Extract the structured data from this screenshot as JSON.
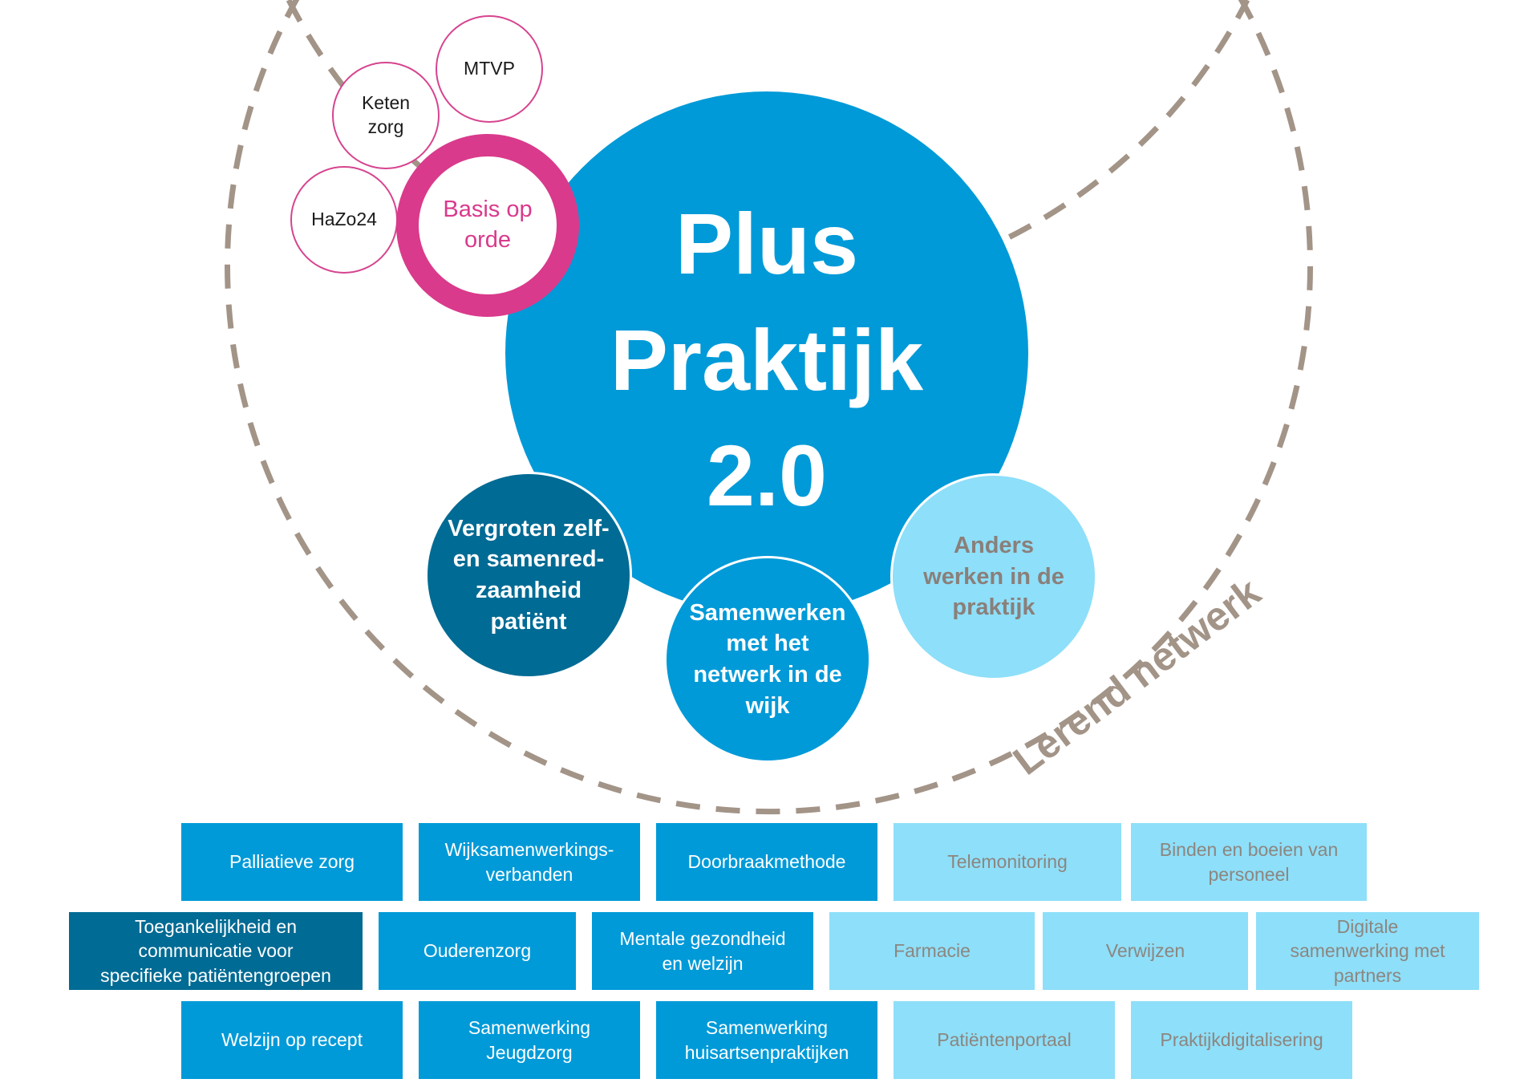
{
  "center": {
    "line1": "Plus",
    "line2": "Praktijk",
    "line3": "2.0"
  },
  "basis": {
    "label_line1": "Basis op",
    "label_line2": "orde"
  },
  "satellites": [
    {
      "id": "hazo24",
      "line1": "HaZo24",
      "line2": ""
    },
    {
      "id": "ketenzorg",
      "line1": "Keten",
      "line2": "zorg"
    },
    {
      "id": "mtvp",
      "line1": "MTVP",
      "line2": ""
    }
  ],
  "pillars": {
    "self_reliance": [
      "Vergroten zelf-",
      "en samenred-",
      "zaamheid",
      "patiënt"
    ],
    "network": [
      "Samenwerken",
      "met het",
      "netwerk in de",
      "wijk"
    ],
    "different_work": [
      "Anders",
      "werken in de",
      "praktijk"
    ]
  },
  "arc_label": "Lerend netwerk",
  "colors": {
    "main_blue": "#009ad8",
    "dark_blue": "#006b94",
    "light_blue": "#8edff9",
    "pink": "#d93a8c",
    "dashed_brown": "#a39488"
  },
  "topics": {
    "row1": [
      {
        "line1": "Palliatieve zorg",
        "line2": "",
        "line3": "",
        "tone": "mid"
      },
      {
        "line1": "Wijksamenwerkings-",
        "line2": "verbanden",
        "line3": "",
        "tone": "mid"
      },
      {
        "line1": "Doorbraakmethode",
        "line2": "",
        "line3": "",
        "tone": "mid"
      },
      {
        "line1": "Telemonitoring",
        "line2": "",
        "line3": "",
        "tone": "light"
      },
      {
        "line1": "Binden en boeien van",
        "line2": "personeel",
        "line3": "",
        "tone": "light"
      }
    ],
    "row2": [
      {
        "line1": "Toegankelijkheid en",
        "line2": "communicatie voor",
        "line3": "specifieke patiëntengroepen",
        "tone": "dark"
      },
      {
        "line1": "Ouderenzorg",
        "line2": "",
        "line3": "",
        "tone": "mid"
      },
      {
        "line1": "Mentale gezondheid",
        "line2": "en welzijn",
        "line3": "",
        "tone": "mid"
      },
      {
        "line1": "Farmacie",
        "line2": "",
        "line3": "",
        "tone": "light"
      },
      {
        "line1": "Verwijzen",
        "line2": "",
        "line3": "",
        "tone": "light"
      },
      {
        "line1": "Digitale",
        "line2": "samenwerking met",
        "line3": "partners",
        "tone": "light"
      }
    ],
    "row3": [
      {
        "line1": "Welzijn op recept",
        "line2": "",
        "line3": "",
        "tone": "mid"
      },
      {
        "line1": "Samenwerking",
        "line2": "Jeugdzorg",
        "line3": "",
        "tone": "mid"
      },
      {
        "line1": "Samenwerking",
        "line2": "huisartsenpraktijken",
        "line3": "",
        "tone": "mid"
      },
      {
        "line1": "Patiëntenportaal",
        "line2": "",
        "line3": "",
        "tone": "light"
      },
      {
        "line1": "Praktijkdigitalisering",
        "line2": "",
        "line3": "",
        "tone": "light"
      }
    ]
  }
}
